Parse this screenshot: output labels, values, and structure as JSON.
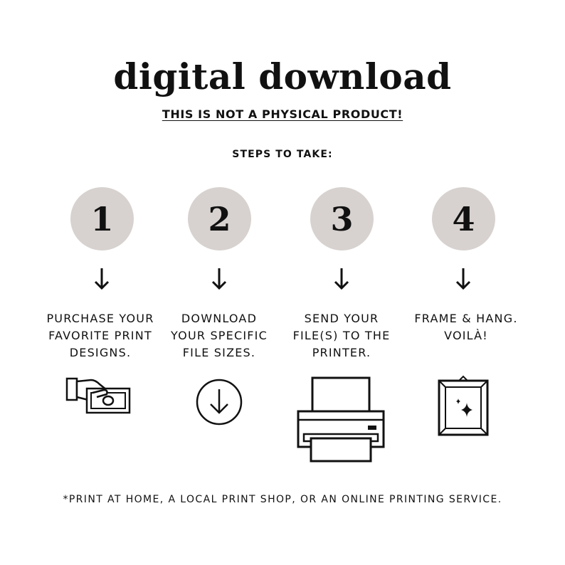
{
  "title": "digital download",
  "subtitle": "THIS IS NOT A PHYSICAL PRODUCT!",
  "steps_heading": "STEPS TO TAKE:",
  "steps": [
    {
      "number": "1",
      "line1": "PURCHASE YOUR",
      "line2": "FAVORITE PRINT",
      "line3": "DESIGNS.",
      "icon": "hand-money-icon"
    },
    {
      "number": "2",
      "line1": "DOWNLOAD",
      "line2": "YOUR SPECIFIC",
      "line3": "FILE SIZES.",
      "icon": "download-circle-icon"
    },
    {
      "number": "3",
      "line1": "SEND YOUR",
      "line2": "FILE(S) TO THE",
      "line3": "PRINTER.",
      "icon": "printer-icon"
    },
    {
      "number": "4",
      "line1": "FRAME & HANG.",
      "line2": "VOILÀ!",
      "icon": "picture-frame-icon"
    }
  ],
  "footnote": "*PRINT AT HOME, A LOCAL PRINT SHOP, OR AN ONLINE PRINTING SERVICE.",
  "colors": {
    "circle": "#d7d2cf",
    "text": "#111111",
    "background": "#ffffff"
  }
}
